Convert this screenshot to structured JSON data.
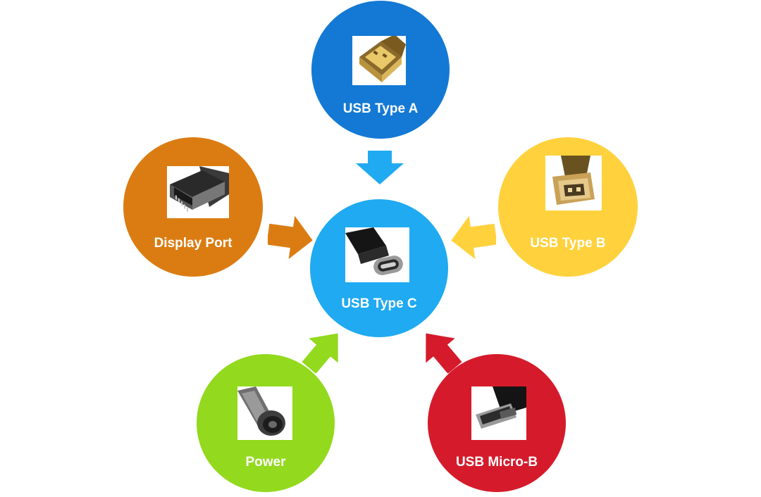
{
  "colors": {
    "usb_type_a": "#1479D4",
    "display_port": "#DB7C12",
    "usb_type_b": "#FFD23D",
    "usb_type_c": "#1FAAF1",
    "power": "#93D91E",
    "usb_micro_b": "#D51B2B",
    "arrow_top": "#1FAAF1",
    "arrow_left": "#DB7C12",
    "arrow_right": "#FFD23D",
    "arrow_bottom_left": "#93D91E",
    "arrow_bottom_right": "#D51B2B"
  },
  "nodes": {
    "usb_type_a": {
      "label": "USB Type A",
      "icon": "usb-type-a-connector-icon"
    },
    "display_port": {
      "label": "Display Port",
      "icon": "display-port-connector-icon"
    },
    "usb_type_b": {
      "label": "USB Type B",
      "icon": "usb-type-b-connector-icon"
    },
    "usb_type_c": {
      "label": "USB Type C",
      "icon": "usb-type-c-connector-icon"
    },
    "power": {
      "label": "Power",
      "icon": "power-barrel-connector-icon"
    },
    "usb_micro_b": {
      "label": "USB Micro-B",
      "icon": "usb-micro-b-connector-icon"
    }
  }
}
